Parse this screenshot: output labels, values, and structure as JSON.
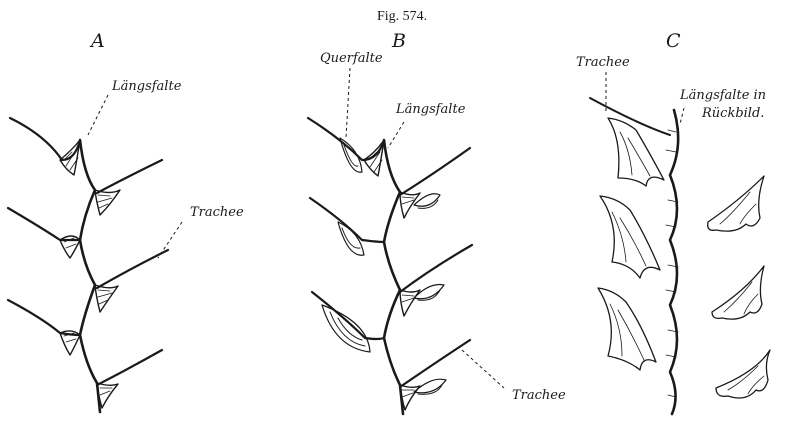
{
  "figure": {
    "title": "Fig. 574."
  },
  "panels": {
    "a": {
      "letter": "A",
      "labels": {
        "laengsfalte": "Längsfalte",
        "trachee": "Trachee"
      }
    },
    "b": {
      "letter": "B",
      "labels": {
        "querfalte": "Querfalte",
        "laengsfalte": "Längsfalte",
        "trachee": "Trachee"
      }
    },
    "c": {
      "letter": "C",
      "labels": {
        "trachee": "Trachee",
        "laengsfalte_line1": "Längsfalte in",
        "laengsfalte_line2": "Rückbild."
      }
    }
  },
  "colors": {
    "ink": "#1a1a1a",
    "paper": "#ffffff"
  }
}
